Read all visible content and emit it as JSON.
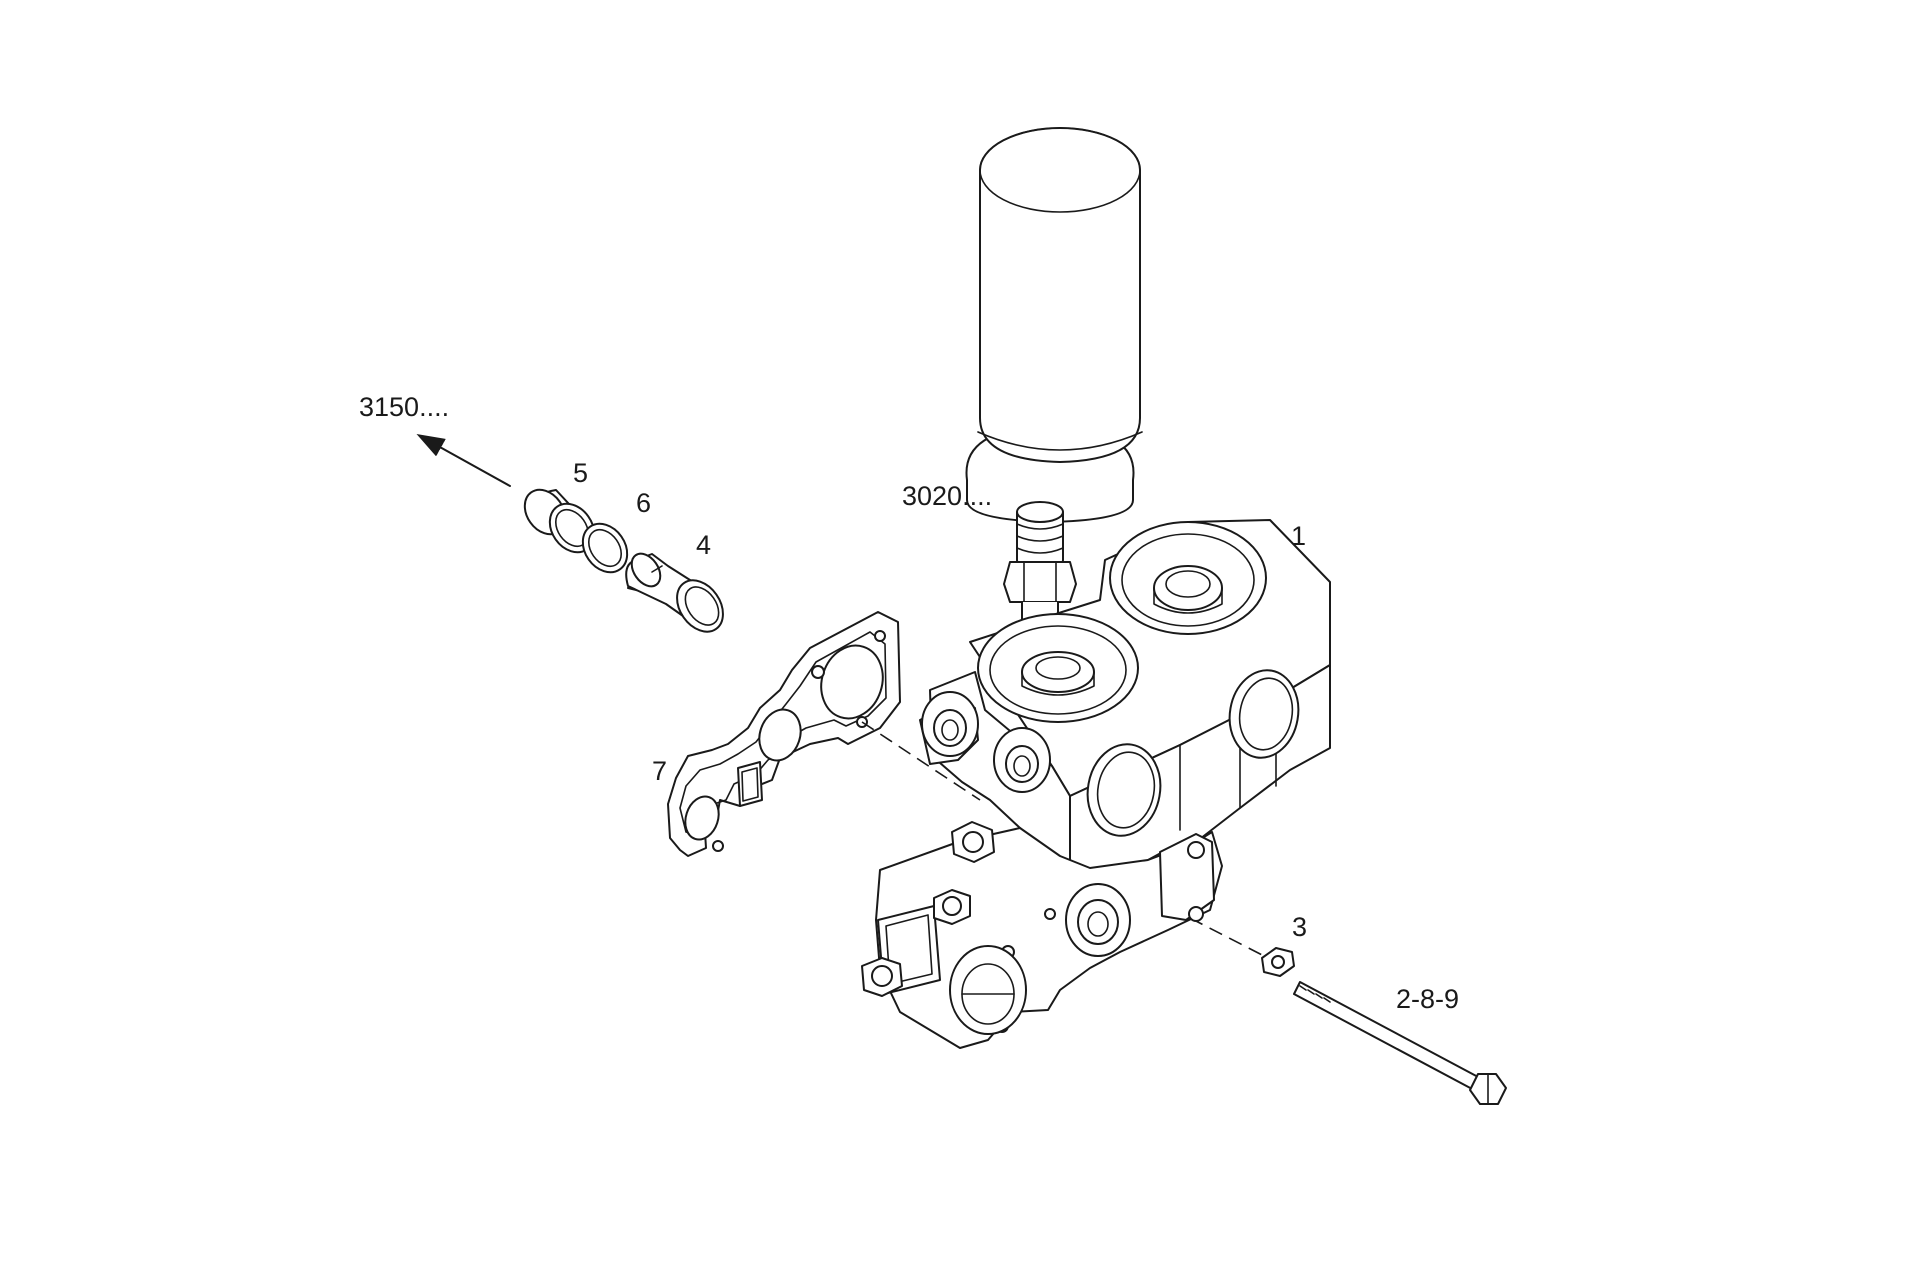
{
  "callouts": {
    "ref_3150": "3150....",
    "ref_3020": "3020....",
    "item_1": "1",
    "item_3": "3",
    "item_4": "4",
    "item_5": "5",
    "item_6": "6",
    "item_7": "7",
    "item_2_8_9": "2-8-9"
  },
  "colors": {
    "line": "#1a1a1a",
    "background": "#ffffff"
  }
}
